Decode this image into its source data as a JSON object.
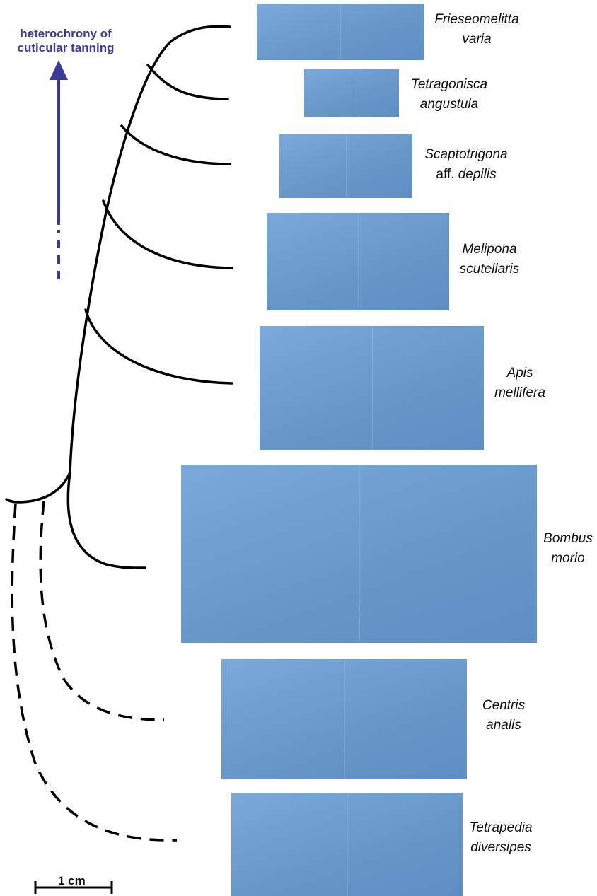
{
  "arrow_label": {
    "line1": "heterochrony of",
    "line2": "cuticular tanning"
  },
  "colors": {
    "arrow": "#3a3a9a",
    "tree": "#000000",
    "photo_background": "#6f9fd0"
  },
  "taxa": [
    {
      "genus": "Frieseomelitta",
      "epithet": "varia"
    },
    {
      "genus": "Tetragonisca",
      "epithet": "angustula"
    },
    {
      "genus": "Scaptotrigona",
      "epithet_prefix": "aff.",
      "epithet": "depilis"
    },
    {
      "genus": "Melipona",
      "epithet": "scutellaris"
    },
    {
      "genus": "Apis",
      "epithet": "mellifera"
    },
    {
      "genus": "Bombus",
      "epithet": "morio"
    },
    {
      "genus": "Centris",
      "epithet": "analis"
    },
    {
      "genus": "Tetrapedia",
      "epithet": "diversipes"
    }
  ],
  "scale_bar": {
    "label": "1 cm"
  }
}
